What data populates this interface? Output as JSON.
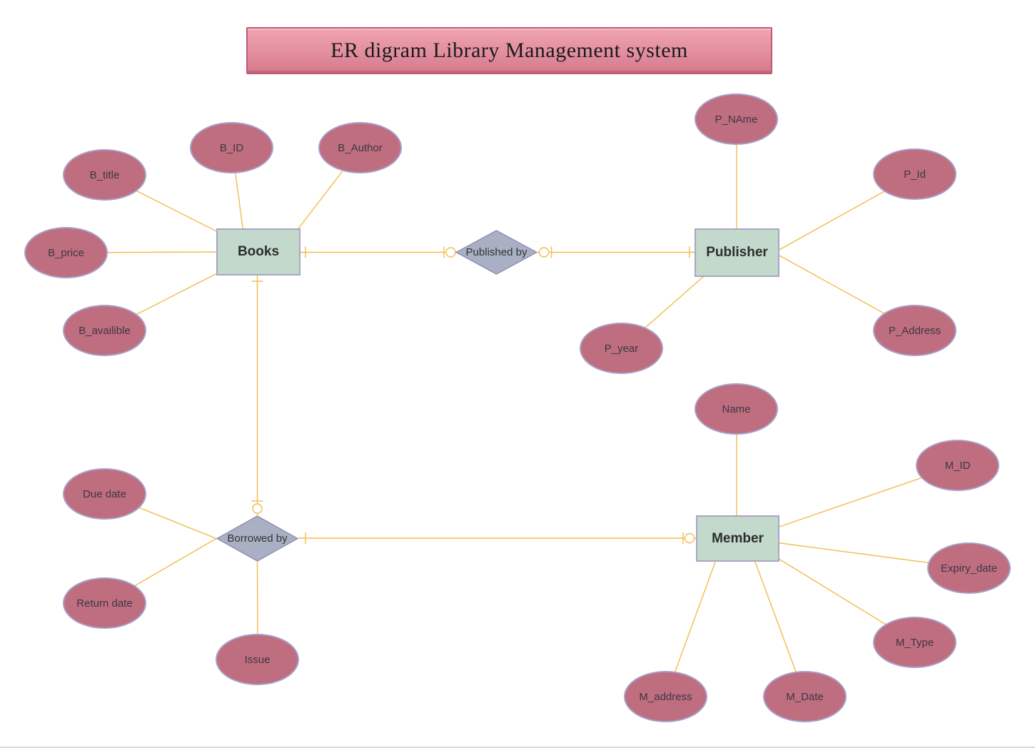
{
  "title": "ER digram Library Management system",
  "entities": {
    "books": {
      "label": "Books",
      "attributes": [
        "B_title",
        "B_ID",
        "B_Author",
        "B_price",
        "B_availible"
      ]
    },
    "publisher": {
      "label": "Publisher",
      "attributes": [
        "P_NAme",
        "P_Id",
        "P_Address",
        "P_year"
      ]
    },
    "member": {
      "label": "Member",
      "attributes": [
        "Name",
        "M_ID",
        "Expiry_date",
        "M_Type",
        "M_Date",
        "M_address"
      ]
    }
  },
  "relationships": {
    "published_by": {
      "label": "Published by",
      "between": [
        "Books",
        "Publisher"
      ],
      "attributes": []
    },
    "borrowed_by": {
      "label": "Borrowed by",
      "between": [
        "Books",
        "Member"
      ],
      "attributes": [
        "Due date",
        "Return date",
        "Issue"
      ]
    }
  },
  "colors": {
    "connector": "#f2bc4b",
    "entity_fill": "#c2d9cc",
    "entity_border": "#a9a5c4",
    "attribute_fill": "#bf6e80",
    "attribute_border": "#a89fc9",
    "relationship_fill": "#a9b0c3",
    "relationship_border": "#968db5",
    "banner_top": "#f0a3b0",
    "banner_bottom": "#d57a8c",
    "banner_border": "#c05a72"
  }
}
